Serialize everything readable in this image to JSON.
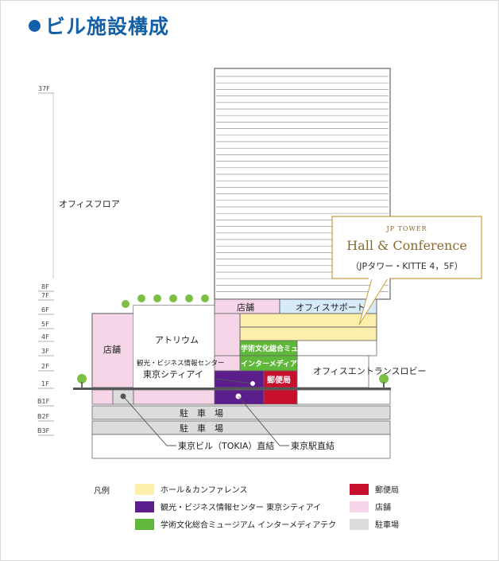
{
  "title": "ビル施設構成",
  "floors": [
    "37F",
    "8F",
    "7F",
    "6F",
    "5F",
    "4F",
    "3F",
    "2F",
    "1F",
    "B1F",
    "B2F",
    "B3F"
  ],
  "labels": {
    "office_floor": "オフィスフロア",
    "shop_left": "店舗",
    "shop_top": "店舗",
    "office_support": "オフィスサポート",
    "atrium": "アトリウム",
    "tourism_small": "観光・ビジネス情報センター",
    "tokyo_city_i": "東京シティアイ",
    "museum": "学術文化総合ミュージアム",
    "intermediatheque": "インターメディアテク",
    "post_office": "郵便局",
    "office_lobby": "オフィスエントランスロビー",
    "parking_1": "駐　車　場",
    "parking_2": "駐　車　場",
    "tokia": "東京ビル（TOKIA）直結",
    "station": "東京駅直結"
  },
  "callout": {
    "small": "JP TOWER",
    "main": "Hall & Conference",
    "sub": "（JPタワー・KITTE 4，5F）"
  },
  "legend": {
    "title": "凡例",
    "items": [
      {
        "label": "ホール＆カンファレンス",
        "color": "#fbefab"
      },
      {
        "label": "観光・ビジネス情報センター 東京シティアイ",
        "color": "#5b1e8c"
      },
      {
        "label": "学術文化総合ミュージアム インターメディアテク",
        "color": "#5fb83a"
      },
      {
        "label": "郵便局",
        "color": "#c8102e"
      },
      {
        "label": "店舗",
        "color": "#f7d5e8"
      },
      {
        "label": "駐車場",
        "color": "#dcdcdc"
      }
    ]
  },
  "colors": {
    "accent": "#1460a8",
    "hall": "#fbefab",
    "tourism": "#5b1e8c",
    "museum": "#5fb83a",
    "post": "#c8102e",
    "shop": "#f7d5e8",
    "parking": "#dcdcdc",
    "support": "#d5ebf7",
    "callout_border": "#c89b3c",
    "callout_text": "#8a6a30"
  }
}
